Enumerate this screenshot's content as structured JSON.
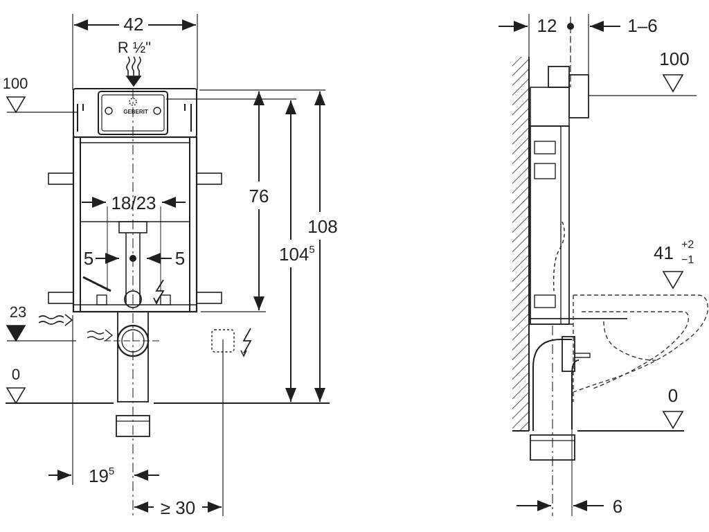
{
  "front": {
    "width_label": "42",
    "connection_label": "R ½\"",
    "level_100_label": "100",
    "level_0_label": "0",
    "level_23_label": "23",
    "height_76_label": "76",
    "height_104_main": "104",
    "height_104_sup": "5",
    "height_108_label": "108",
    "drain_spacing_label": "18/23",
    "left_5_label": "5",
    "right_5_label": "5",
    "offset_19_main": "19",
    "offset_19_sup": "5",
    "min_30_label": "≥ 30",
    "brand_label": "GEBERIT"
  },
  "side": {
    "depth_12_label": "12",
    "range_1_6_label": "1–6",
    "level_100_label": "100",
    "level_41_main": "41",
    "level_41_plus": "+2",
    "level_41_minus": "−1",
    "level_0_label": "0",
    "offset_6_label": "6"
  },
  "colors": {
    "line": "#1f1f1f",
    "dashed": "#333333",
    "hatch": "#555555"
  }
}
